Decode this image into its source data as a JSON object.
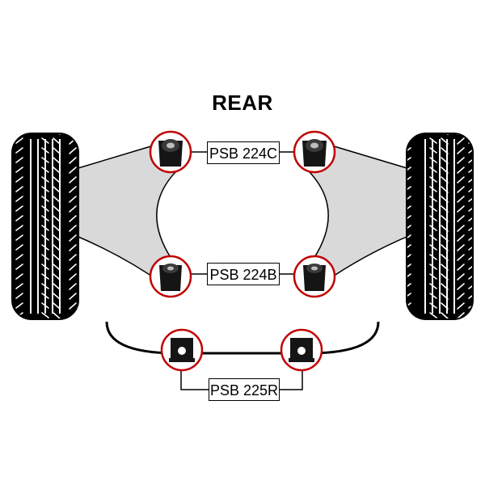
{
  "diagram": {
    "title": "REAR",
    "labels": {
      "upper": "PSB 224C",
      "lower": "PSB 224B",
      "antiroll": "PSB 225R"
    },
    "colors": {
      "arm_fill": "#d9d9d9",
      "highlight_ring": "#c00000",
      "bush": "#151515",
      "tyre": "#000000"
    },
    "icons": [
      "tyre-icon",
      "wishbone-arm",
      "bush-icon",
      "antiroll-bar"
    ]
  }
}
